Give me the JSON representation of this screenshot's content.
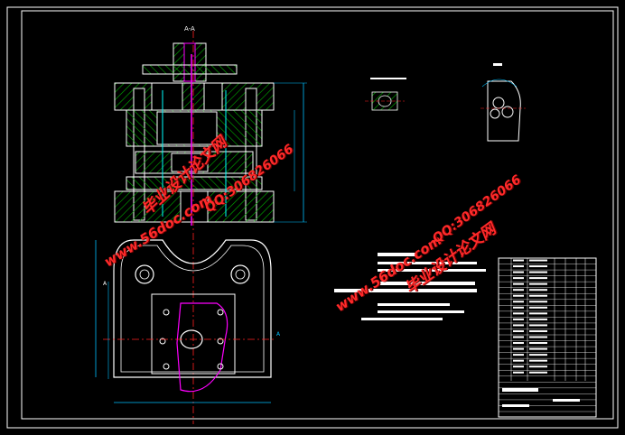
{
  "watermark": {
    "site": "www.56doc.com",
    "brand": "毕业设计论文网",
    "qq": "QQ:306826066"
  },
  "section_label": "A-A",
  "section_marks": [
    "A",
    "A"
  ],
  "colors": {
    "background": "#000000",
    "frame": "#ffffff",
    "hatch": "#00c000",
    "centerline": "#ff2020",
    "dimension": "#00c0ff",
    "part": "#ff00ff",
    "watermark": "#ff2a2a"
  }
}
